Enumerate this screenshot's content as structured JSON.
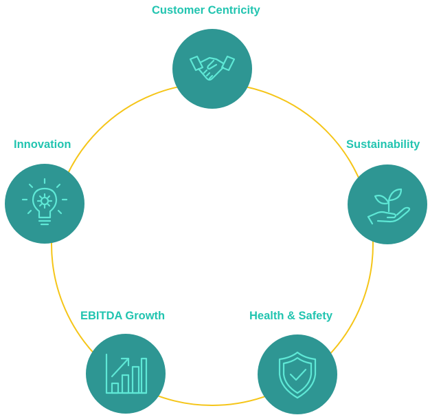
{
  "colors": {
    "ring": "#F5C518",
    "node_fill": "#2E9693",
    "label_text": "#22C4B0",
    "icon_stroke": "#5FE8D6"
  },
  "nodes": [
    {
      "id": "customer-centricity",
      "label": "Customer Centricity",
      "icon": "handshake-icon"
    },
    {
      "id": "sustainability",
      "label": "Sustainability",
      "icon": "plant-in-hand-icon"
    },
    {
      "id": "health-safety",
      "label": "Health & Safety",
      "icon": "shield-check-icon"
    },
    {
      "id": "ebitda-growth",
      "label": "EBITDA Growth",
      "icon": "bar-chart-growth-icon"
    },
    {
      "id": "innovation",
      "label": "Innovation",
      "icon": "lightbulb-gear-icon"
    }
  ]
}
